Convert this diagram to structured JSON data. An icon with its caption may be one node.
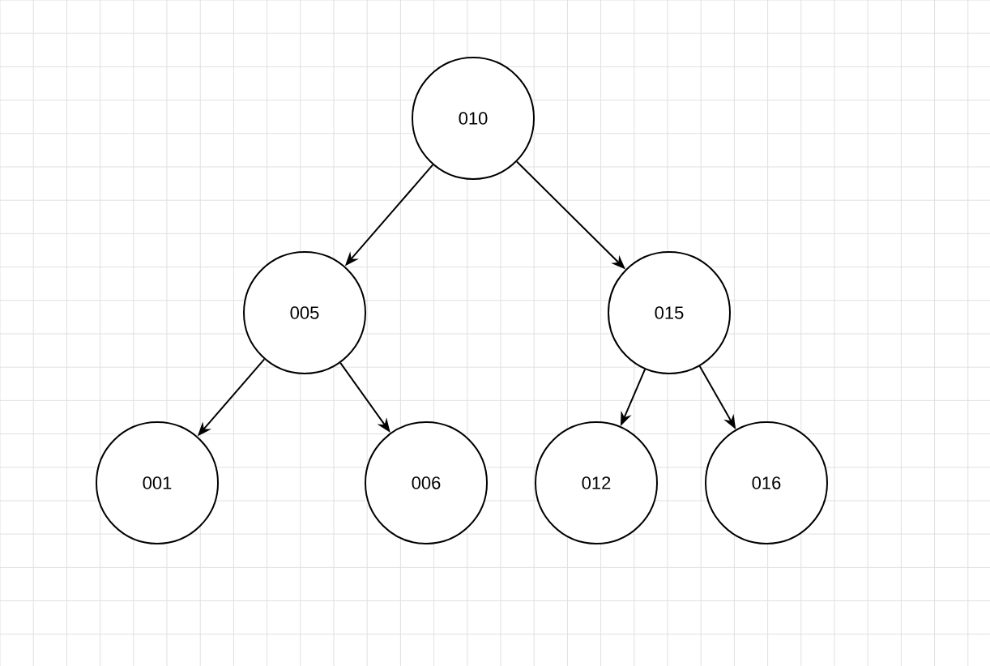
{
  "diagram": {
    "nodes": [
      {
        "text": [
          "010"
        ]
      },
      {
        "text": [
          "005"
        ]
      },
      {
        "text": [
          "015"
        ]
      },
      {
        "text": [
          "001"
        ]
      },
      {
        "text": [
          "006"
        ]
      },
      {
        "text": [
          "012"
        ]
      },
      {
        "text": [
          "016"
        ]
      }
    ],
    "edges": [
      {
        "from": 0,
        "to": 1,
        "arrow": "to"
      },
      {
        "from": 0,
        "to": 2,
        "arrow": "to"
      },
      {
        "from": 1,
        "to": 3,
        "arrow": "to"
      },
      {
        "from": 1,
        "to": 4,
        "arrow": "to"
      },
      {
        "from": 2,
        "to": 5,
        "arrow": "to"
      },
      {
        "from": 2,
        "to": 6,
        "arrow": "to"
      }
    ]
  }
}
